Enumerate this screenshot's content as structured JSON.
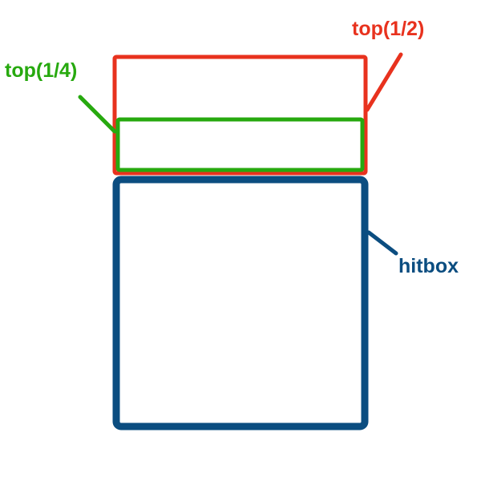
{
  "labels": {
    "top_half": "top(1/2)",
    "top_quarter": "top(1/4)",
    "hitbox": "hitbox"
  },
  "colors": {
    "top_half": "#e8321e",
    "top_quarter": "#27a90f",
    "hitbox": "#0b4d80",
    "background": "#ffffff"
  }
}
